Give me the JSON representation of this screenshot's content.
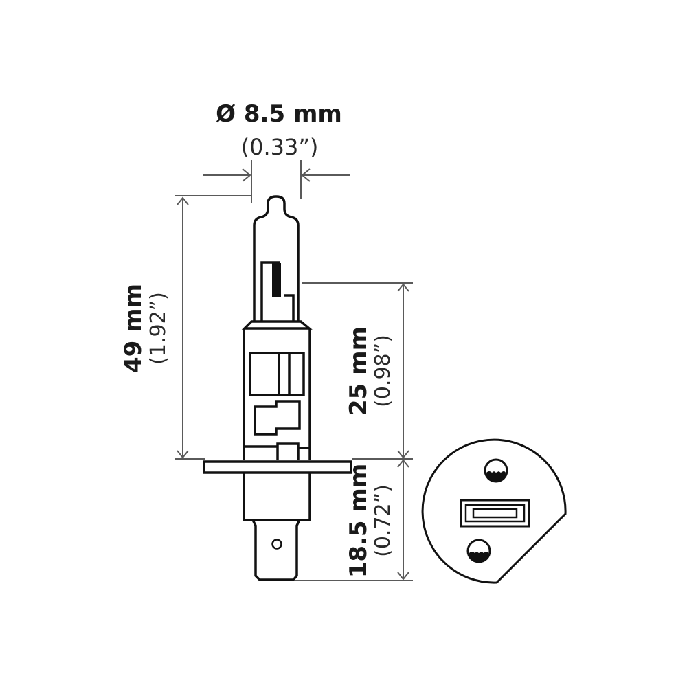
{
  "diagram": {
    "subject": "H1 halogen bulb",
    "colors": {
      "ink": "#111111",
      "dimension_line": "#5a5a5a",
      "background": "#ffffff"
    },
    "dimensions": {
      "diameter": {
        "symbol": "Ø",
        "metric": "Ø 8.5 mm",
        "imperial": "(0.33”)"
      },
      "overall_length": {
        "metric": "49 mm",
        "imperial": "(1.92”)"
      },
      "light_center": {
        "metric": "25 mm",
        "imperial": "(0.98”)"
      },
      "base_length": {
        "metric": "18.5 mm",
        "imperial": "(0.72”)"
      }
    },
    "views": {
      "side": "side-elevation-bulb",
      "end": "base-end-view"
    }
  }
}
